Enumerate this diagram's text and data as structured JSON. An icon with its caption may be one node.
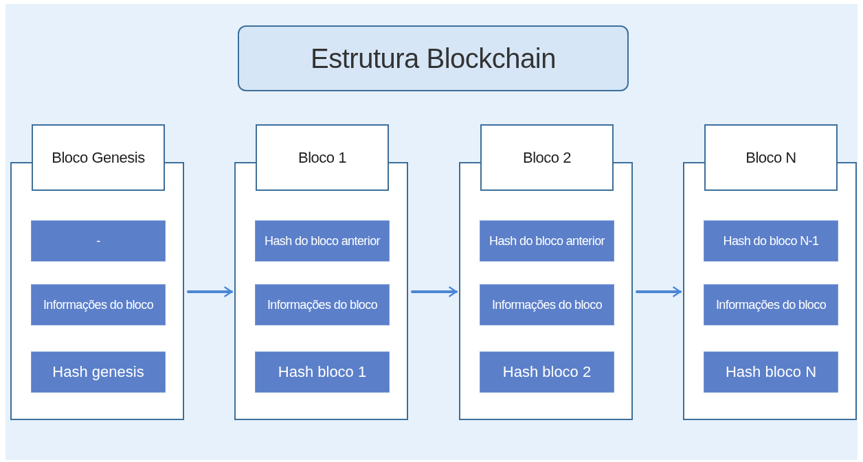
{
  "diagram": {
    "nodes": [
      {
        "text": [
          "Estrutura Blockchain"
        ]
      },
      {
        "text": [
          "Bloco Genesis"
        ]
      },
      {
        "text": [
          "-"
        ],
        "in": 1
      },
      {
        "text": [
          "Informações do bloco"
        ],
        "in": 1
      },
      {
        "text": [
          "Hash genesis"
        ],
        "in": 1
      },
      {
        "text": [
          "Bloco 1"
        ]
      },
      {
        "text": [
          "Hash do bloco anterior"
        ],
        "in": 5
      },
      {
        "text": [
          "Informações do bloco"
        ],
        "in": 5
      },
      {
        "text": [
          "Hash bloco 1"
        ],
        "in": 5
      },
      {
        "text": [
          "Bloco 2"
        ]
      },
      {
        "text": [
          "Hash do bloco anterior"
        ],
        "in": 9
      },
      {
        "text": [
          "Informações do bloco"
        ],
        "in": 9
      },
      {
        "text": [
          "Hash bloco 2"
        ],
        "in": 9
      },
      {
        "text": [
          "Bloco N"
        ]
      },
      {
        "text": [
          "Hash do bloco N-1"
        ],
        "in": 13
      },
      {
        "text": [
          "Informações do bloco"
        ],
        "in": 13
      },
      {
        "text": [
          "Hash bloco N"
        ],
        "in": 13
      }
    ],
    "edges": [
      {
        "from": 1,
        "to": 5,
        "arrow": "to"
      },
      {
        "from": 5,
        "to": 9,
        "arrow": "to"
      },
      {
        "from": 9,
        "to": 13,
        "arrow": "to"
      }
    ]
  }
}
